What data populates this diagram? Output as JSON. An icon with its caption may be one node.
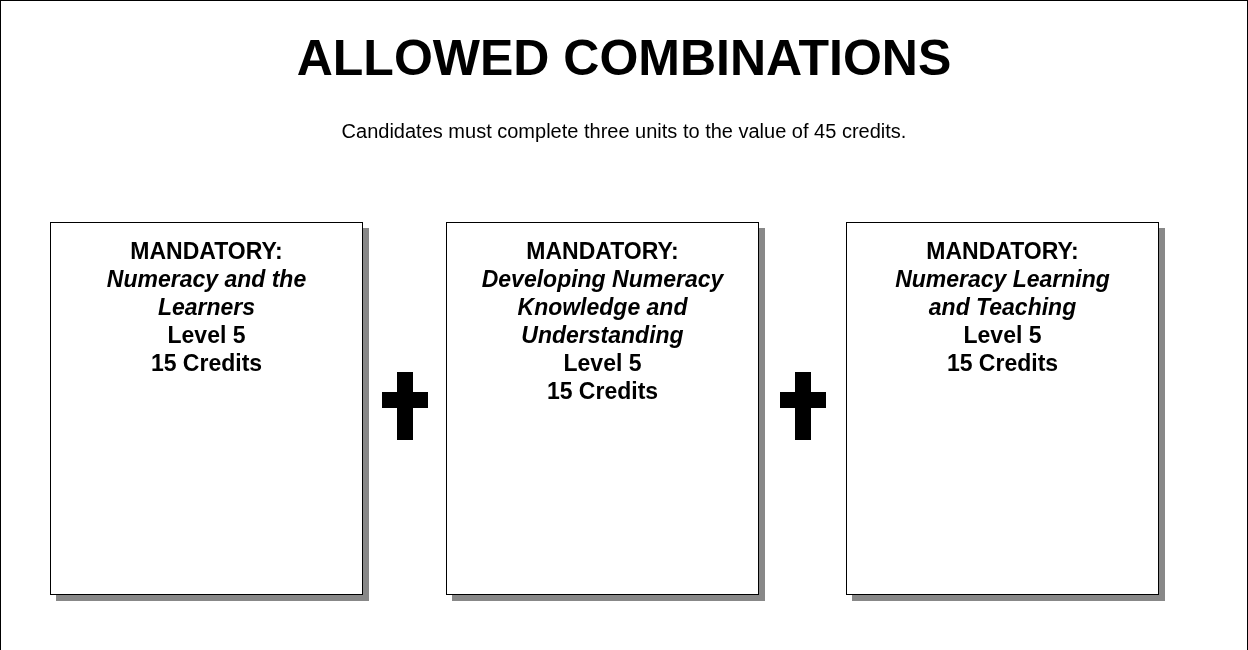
{
  "diagram": {
    "title": "ALLOWED COMBINATIONS",
    "nodes": [
      {
        "text": [
          "MANDATORY:",
          "Numeracy and the Learners",
          "Level 5",
          "15 Credits"
        ]
      },
      {
        "text": [
          "MANDATORY:",
          "Developing Numeracy Knowledge and Understanding",
          "Level 5",
          "15 Credits"
        ]
      },
      {
        "text": [
          "MANDATORY:",
          "Numeracy Learning and Teaching",
          "Level 5",
          "15 Credits"
        ]
      }
    ],
    "labels": [
      "Candidates must complete three units to the value of 45 credits."
    ]
  }
}
